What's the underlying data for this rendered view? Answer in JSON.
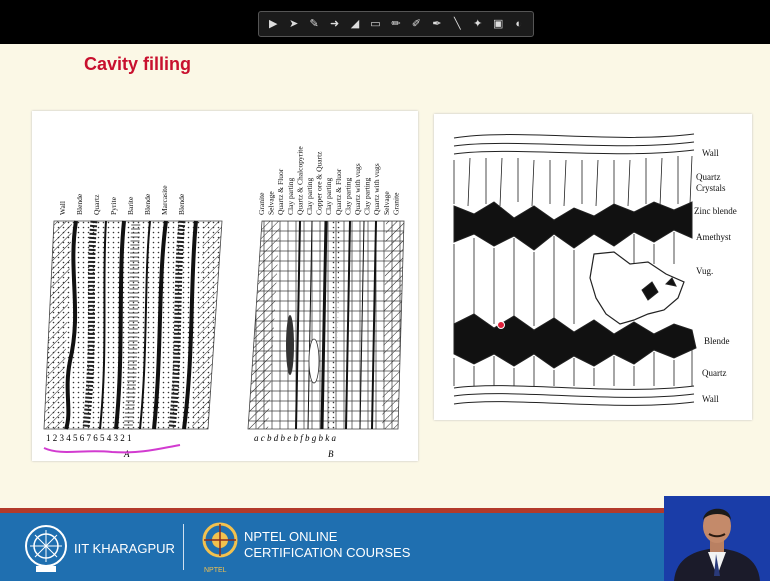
{
  "toolbar": {
    "tools": [
      {
        "name": "next-slide-icon",
        "glyph": "▶"
      },
      {
        "name": "arrow-icon",
        "glyph": "➤"
      },
      {
        "name": "pen-icon",
        "glyph": "✎"
      },
      {
        "name": "pointer-icon",
        "glyph": "➜"
      },
      {
        "name": "highlighter-icon",
        "glyph": "◢"
      },
      {
        "name": "eraser-icon",
        "glyph": "▭"
      },
      {
        "name": "pencil-icon",
        "glyph": "✏"
      },
      {
        "name": "brush-icon",
        "glyph": "✐"
      },
      {
        "name": "marker-icon",
        "glyph": "✒"
      },
      {
        "name": "line-icon",
        "glyph": "╲"
      },
      {
        "name": "laser-icon",
        "glyph": "✦"
      },
      {
        "name": "screen-icon",
        "glyph": "▣"
      },
      {
        "name": "disc-icon",
        "glyph": "◐"
      }
    ]
  },
  "slide": {
    "title": "Cavity filling",
    "figure_a": {
      "top_labels": [
        "Wall",
        "Blende",
        "Quartz",
        "Pyrite",
        "Barite",
        "Blende",
        "Marcasite",
        "Blende"
      ],
      "bottom_numbers": "1  2 3  4 5 6 7 6 5 4 3  2    1",
      "caption": "A"
    },
    "figure_b": {
      "top_labels": [
        "Granite",
        "Selvage",
        "Quartz & Fluor",
        "Clay parting",
        "Quartz & Chalcopyrite",
        "Clay parting",
        "Copper ore & Quartz",
        "Clay parting",
        "Quartz & Fluor",
        "Clay parting",
        "Quartz with vugs",
        "Clay parting",
        "Quartz with vugs",
        "Selvage",
        "Granite"
      ],
      "bottom_letters": "a c b d b e b f b g b k a",
      "caption": "B"
    },
    "figure_c": {
      "labels": [
        "Wall",
        "Quartz",
        "Crystals",
        "Zinc blende",
        "Amethyst",
        "Vug.",
        "Blende",
        "Quartz",
        "Wall"
      ]
    }
  },
  "footer": {
    "iit": "IIT KHARAGPUR",
    "nptel_line1": "NPTEL ONLINE",
    "nptel_line2": "CERTIFICATION COURSES",
    "nptel_badge": "NPTEL"
  },
  "colors": {
    "title": "#c8102e",
    "footer": "#1f6fb0",
    "footer_stripe": "#b23a2a",
    "annotation": "#d23bd0"
  }
}
